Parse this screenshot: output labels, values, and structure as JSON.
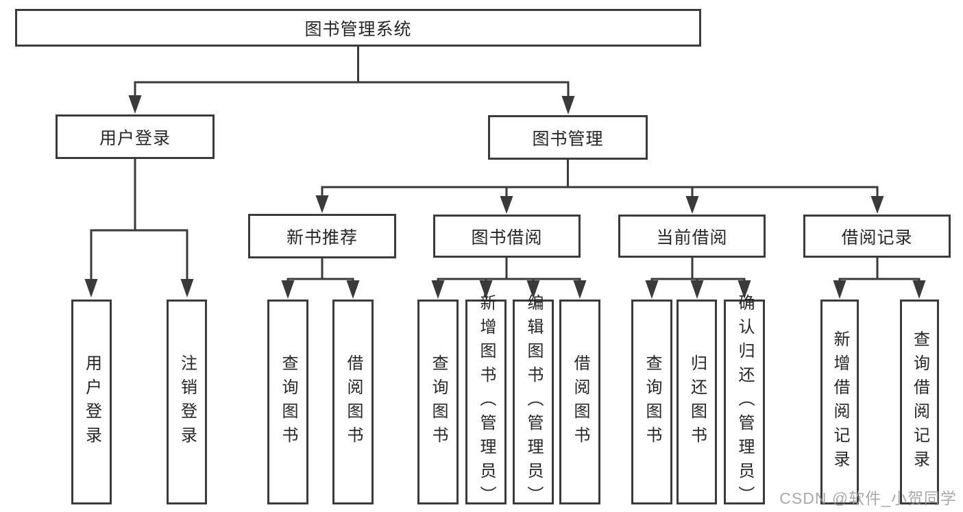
{
  "tree": {
    "root": "图书管理系统",
    "user_login": {
      "label": "用户登录",
      "children": [
        "用户登录",
        "注销登录"
      ]
    },
    "book_management": {
      "label": "图书管理",
      "sections": [
        {
          "label": "新书推荐",
          "children": [
            "查询图书",
            "借阅图书"
          ]
        },
        {
          "label": "图书借阅",
          "children": [
            "查询图书",
            "新增图书（管理员）",
            "编辑图书（管理员）",
            "借阅图书"
          ]
        },
        {
          "label": "当前借阅",
          "children": [
            "查询图书",
            "归还图书",
            "确认归还（管理员）"
          ]
        },
        {
          "label": "借阅记录",
          "children": [
            "新增借阅记录",
            "查询借阅记录"
          ]
        }
      ]
    }
  },
  "watermark": "CSDN @软件_小贺同学",
  "colors": {
    "line": "#3a3a3a",
    "text": "#262626",
    "background": "#ffffff",
    "watermark": "#9b9b9b"
  }
}
